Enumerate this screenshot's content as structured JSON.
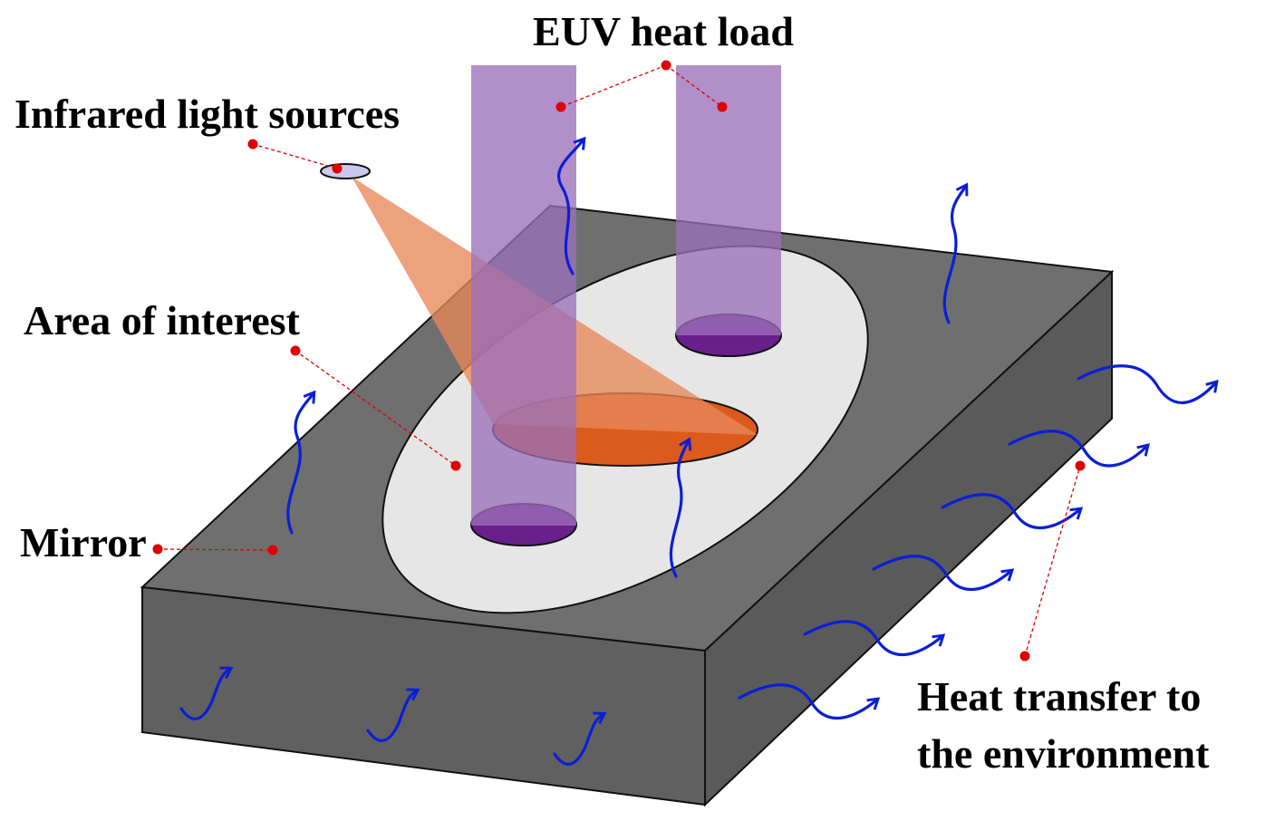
{
  "labels": {
    "euv_heat_load": "EUV heat load",
    "infrared_light_sources": "Infrared light sources",
    "area_of_interest": "Area of interest",
    "mirror": "Mirror",
    "heat_transfer_line1": "Heat transfer to",
    "heat_transfer_line2": "the environment"
  },
  "colors": {
    "mirror_top": "#6f6f6f",
    "mirror_side": "#5e5e5e",
    "surface_ellipse": "#e6e6e6",
    "euv_beam": "#9b6fb8",
    "euv_spot": "#6a1f8c",
    "ir_cone": "#e8885a",
    "ir_spot": "#dc5a1c",
    "ir_source": "#c9c9ee",
    "heat_arrow": "#0a1fd6",
    "leader": "#e00000"
  },
  "icons": [
    "wavy-heat-arrow-icon",
    "infrared-source-icon",
    "euv-spot-icon",
    "ir-spot-icon"
  ]
}
